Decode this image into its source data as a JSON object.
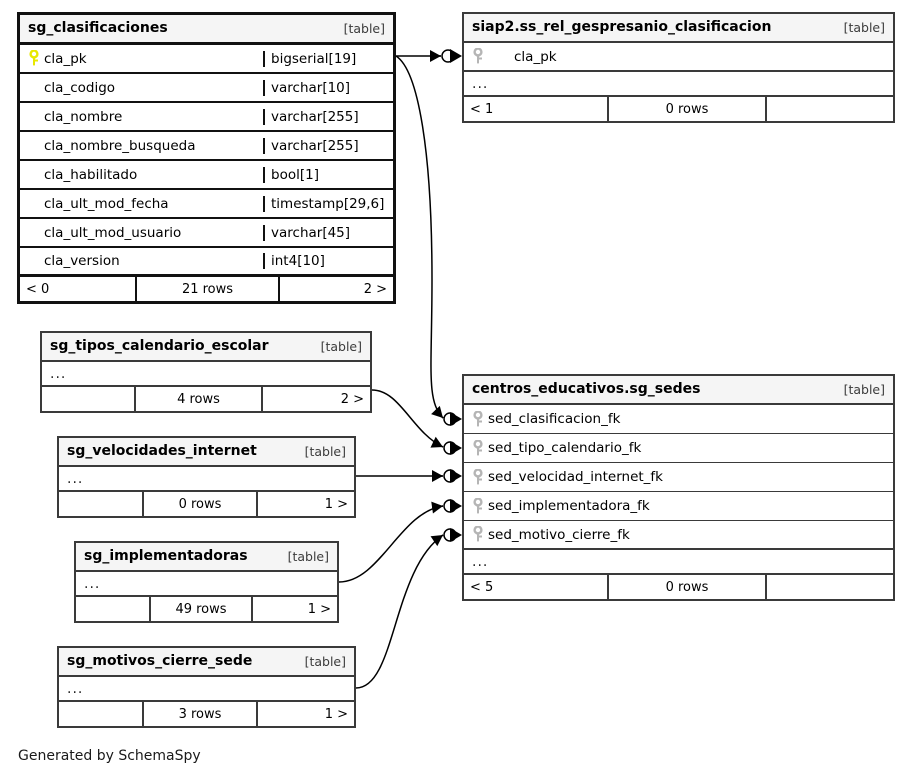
{
  "diagram": {
    "footer_note": "Generated by SchemaSpy",
    "table_tag": "[table]",
    "ellipsis": "...",
    "colors": {
      "primary_key": "#e8e800",
      "foreign_key": "#b5b5b5",
      "border": "#3a3a3a",
      "focal_border": "#111111",
      "header_bg": "#f5f5f5",
      "background": "#ffffff"
    }
  },
  "tables": {
    "sg_clasificaciones": {
      "name": "sg_clasificaciones",
      "type_tag": "[table]",
      "columns": [
        {
          "name": "cla_pk",
          "type": "bigserial[19]",
          "key": "primary"
        },
        {
          "name": "cla_codigo",
          "type": "varchar[10]",
          "key": "none"
        },
        {
          "name": "cla_nombre",
          "type": "varchar[255]",
          "key": "none"
        },
        {
          "name": "cla_nombre_busqueda",
          "type": "varchar[255]",
          "key": "none"
        },
        {
          "name": "cla_habilitado",
          "type": "bool[1]",
          "key": "none"
        },
        {
          "name": "cla_ult_mod_fecha",
          "type": "timestamp[29,6]",
          "key": "none"
        },
        {
          "name": "cla_ult_mod_usuario",
          "type": "varchar[45]",
          "key": "none"
        },
        {
          "name": "cla_version",
          "type": "int4[10]",
          "key": "none"
        }
      ],
      "footer": {
        "left": "< 0",
        "middle": "21 rows",
        "right": "2 >"
      }
    },
    "ss_rel_gespresanio_clasificacion": {
      "name": "siap2.ss_rel_gespresanio_clasificacion",
      "type_tag": "[table]",
      "columns": [
        {
          "name": "cla_pk",
          "type": "",
          "key": "foreign"
        }
      ],
      "footer": {
        "left": "< 1",
        "middle": "0 rows",
        "right": ""
      }
    },
    "sg_tipos_calendario_escolar": {
      "name": "sg_tipos_calendario_escolar",
      "type_tag": "[table]",
      "columns": [],
      "footer": {
        "left": "",
        "middle": "4 rows",
        "right": "2 >"
      }
    },
    "sg_velocidades_internet": {
      "name": "sg_velocidades_internet",
      "type_tag": "[table]",
      "columns": [],
      "footer": {
        "left": "",
        "middle": "0 rows",
        "right": "1 >"
      }
    },
    "sg_implementadoras": {
      "name": "sg_implementadoras",
      "type_tag": "[table]",
      "columns": [],
      "footer": {
        "left": "",
        "middle": "49 rows",
        "right": "1 >"
      }
    },
    "sg_motivos_cierre_sede": {
      "name": "sg_motivos_cierre_sede",
      "type_tag": "[table]",
      "columns": [],
      "footer": {
        "left": "",
        "middle": "3 rows",
        "right": "1 >"
      }
    },
    "sg_sedes": {
      "name": "centros_educativos.sg_sedes",
      "type_tag": "[table]",
      "columns": [
        {
          "name": "sed_clasificacion_fk",
          "type": "",
          "key": "foreign"
        },
        {
          "name": "sed_tipo_calendario_fk",
          "type": "",
          "key": "foreign"
        },
        {
          "name": "sed_velocidad_internet_fk",
          "type": "",
          "key": "foreign"
        },
        {
          "name": "sed_implementadora_fk",
          "type": "",
          "key": "foreign"
        },
        {
          "name": "sed_motivo_cierre_fk",
          "type": "",
          "key": "foreign"
        }
      ],
      "footer": {
        "left": "< 5",
        "middle": "0 rows",
        "right": ""
      }
    }
  },
  "relationships": [
    {
      "from": "sg_clasificaciones.cla_pk",
      "to": "siap2.ss_rel_gespresanio_clasificacion.cla_pk"
    },
    {
      "from": "sg_clasificaciones.cla_pk",
      "to": "centros_educativos.sg_sedes.sed_clasificacion_fk"
    },
    {
      "from": "sg_tipos_calendario_escolar",
      "to": "centros_educativos.sg_sedes.sed_tipo_calendario_fk"
    },
    {
      "from": "sg_velocidades_internet",
      "to": "centros_educativos.sg_sedes.sed_velocidad_internet_fk"
    },
    {
      "from": "sg_implementadoras",
      "to": "centros_educativos.sg_sedes.sed_implementadora_fk"
    },
    {
      "from": "sg_motivos_cierre_sede",
      "to": "centros_educativos.sg_sedes.sed_motivo_cierre_fk"
    }
  ]
}
